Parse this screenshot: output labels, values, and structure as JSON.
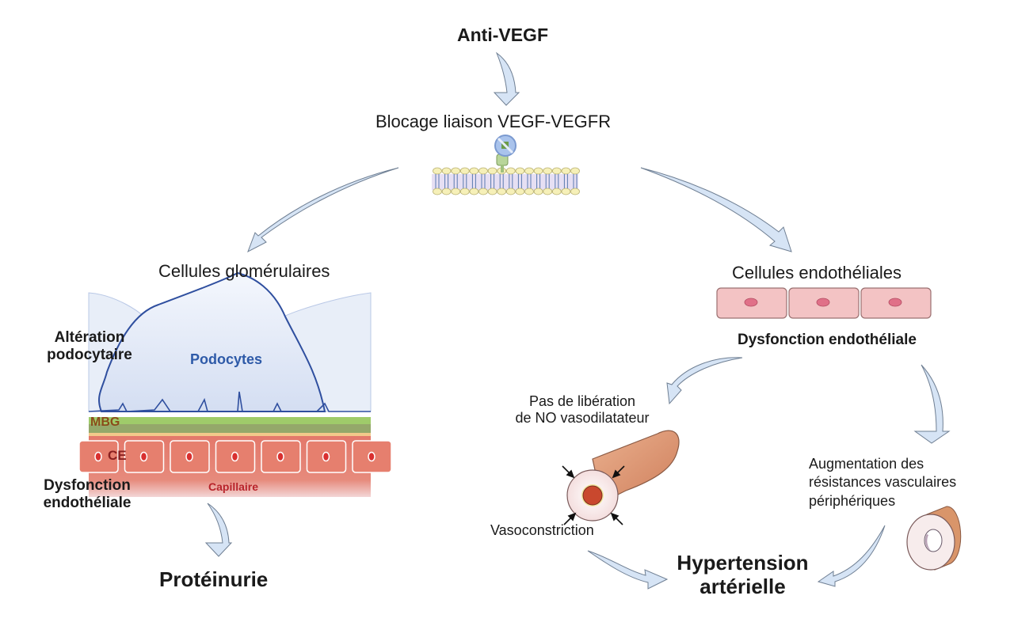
{
  "top": {
    "title": "Anti-VEGF",
    "subtitle": "Blocage liaison VEGF-VEGFR"
  },
  "left_branch": {
    "heading": "Cellules glomérulaires",
    "side_label_1_line1": "Altération",
    "side_label_1_line2": "podocytaire",
    "side_label_2_line1": "Dysfonction",
    "side_label_2_line2": "endothéliale",
    "podocytes_label": "Podocytes",
    "mbg_label": "MBG",
    "ce_label": "CE",
    "capillaire_label": "Capillaire",
    "outcome": "Protéinurie"
  },
  "right_branch": {
    "heading": "Cellules endothéliales",
    "dysfunction": "Dysfonction endothéliale",
    "no_line1": "Pas de libération",
    "no_line2": "de NO vasodilatateur",
    "vasoconstriction": "Vasoconstriction",
    "resistance_line1": "Augmentation des",
    "resistance_line2": "résistances vasculaires",
    "resistance_line3": "périphériques",
    "outcome_line1": "Hypertension",
    "outcome_line2": "artérielle"
  },
  "colors": {
    "arrow_fill": "#d6e4f5",
    "arrow_stroke": "#6f7f93",
    "podocyte_stroke": "#2f4f9f",
    "podocyte_label": "#2e5aa8",
    "mbg": "#8fb35a",
    "mbg_label": "#8a4a1a",
    "capillary": "#e07868",
    "capillaire_label": "#b8232a",
    "endothelial_cell": "#f3c3c4",
    "vessel": "#e0a07a"
  }
}
